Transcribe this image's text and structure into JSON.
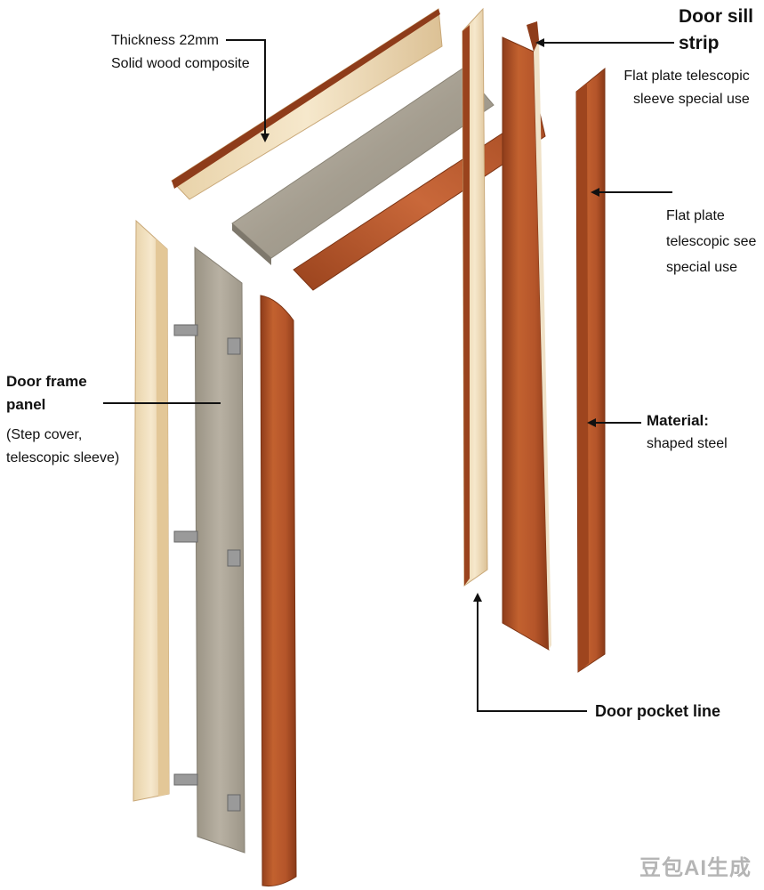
{
  "labels": {
    "thickness_line1": "Thickness 22mm",
    "thickness_line2": "Solid wood composite",
    "door_sill_line1": "Door sill",
    "door_sill_line2": "strip",
    "sleeve_line1": "Flat plate telescopic",
    "sleeve_line2": "sleeve special use",
    "flat_plate_line1": "Flat plate",
    "flat_plate_line2": "telescopic see",
    "flat_plate_line3": "special use",
    "frame_panel_line1": "Door frame",
    "frame_panel_line2": "panel",
    "frame_panel_line3": "(Step cover,",
    "frame_panel_line4": "telescopic sleeve)",
    "material_line1": "Material:",
    "material_line2": "shaped steel",
    "pocket_line": "Door pocket line"
  },
  "watermark": "豆包AI生成",
  "colors": {
    "wood": "#b5552a",
    "wood_dark": "#8e3c1a",
    "light_wood": "#f0ddb8",
    "light_wood_edge": "#d9bd8c",
    "steel": "#aca596",
    "arrow": "#111111"
  }
}
